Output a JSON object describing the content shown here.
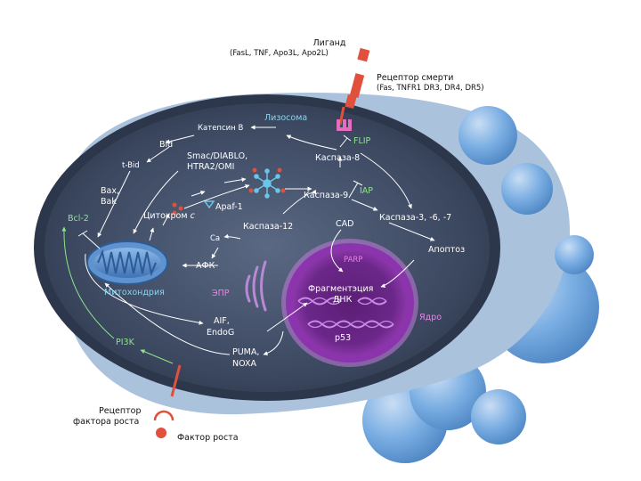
{
  "external": {
    "ligand_title": "Лиганд",
    "ligand_examples": "(FasL, TNF, Apo3L, Apo2L)",
    "death_receptor_title": "Рецептор смерти",
    "death_receptor_examples": "(Fas, TNFR1  DR3, DR4, DR5)",
    "growth_receptor_line1": "Рецептор",
    "growth_receptor_line2": "фактора роста",
    "growth_factor": "Фактор роста"
  },
  "cytoplasm": {
    "lysosome": "Лизосома",
    "cathepsin": "Катепсин B",
    "flip": "FLIP",
    "bid": "Bid",
    "tbid": "t-Bid",
    "smac_line1": "Smac/DIABLO,",
    "smac_line2": "HTRA2/OMI",
    "caspase8": "Каспаза-8",
    "bax_line1": "Bax,",
    "bax_line2": "Bak",
    "bcl2": "Bcl-2",
    "apaf1": "Apaf-1",
    "caspase9": "Каспаза-9",
    "iap": "IAP",
    "cytochrome": "Цитохром",
    "cytochrome_c": "c",
    "caspase12": "Каспаза-12",
    "cad": "CAD",
    "caspase3": "Каспаза-3, -6, -7",
    "calcium": "Ca",
    "apoptosis": "Апоптоз",
    "ros": "АФК",
    "mitochondrion": "Митохондрия",
    "er": "ЭПР",
    "aif_line1": "AIF,",
    "aif_line2": "EndoG",
    "pi3k": "PI3K",
    "puma_line1": "PUMA,",
    "puma_line2": "NOXA"
  },
  "nucleus": {
    "parp": "PARP",
    "fragmentation_line1": "Фрагментэция",
    "fragmentation_line2": "ДНК",
    "nucleus_label": "Ядро",
    "p53": "p53"
  },
  "colors": {
    "outer_membrane": "#a9c0dc",
    "cytoplasm": "#3e4b63",
    "nucleus": "#8a2fa6",
    "mitochondrion": "#4f86c7",
    "receptor": "#e0503c",
    "flip_receptor": "#e66cc0",
    "arrow_white": "#ffffff",
    "arrow_green": "#8ee58a",
    "bleb": "#6fa4db"
  }
}
